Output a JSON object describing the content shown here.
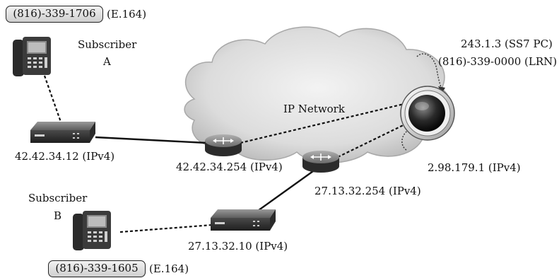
{
  "network": {
    "label": "IP Network"
  },
  "subscriber_a": {
    "number": "(816)-339-1706",
    "number_format": "(E.164)",
    "label_line1": "Subscriber",
    "label_line2": "A"
  },
  "subscriber_b": {
    "number": "(816)-339-1605",
    "number_format": "(E.164)",
    "label_line1": "Subscriber",
    "label_line2": "B"
  },
  "devices": {
    "gateway_a": "42.42.34.12 (IPv4)",
    "router_a": "42.42.34.254 (IPv4)",
    "router_b": "27.13.32.254 (IPv4)",
    "gateway_b": "27.13.32.10 (IPv4)"
  },
  "switch": {
    "pc": "243.1.3 (SS7 PC)",
    "lrn": "(816)-339-0000 (LRN)",
    "ip": "2.98.179.1 (IPv4)"
  },
  "colors": {
    "link": "#111111",
    "cloud": "#d9d9d9",
    "pill": "#dcdcdc"
  }
}
